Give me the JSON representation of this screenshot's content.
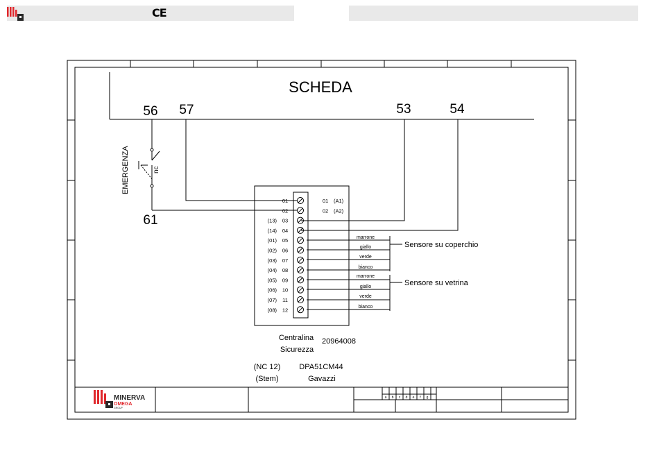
{
  "header": {
    "ce_mark": "CE"
  },
  "title": "SCHEDA",
  "board_terminals": {
    "t56": "56",
    "t57": "57",
    "t53": "53",
    "t54": "54",
    "t61": "61"
  },
  "emergency": {
    "label": "EMERGENZA",
    "contact": "nc"
  },
  "terminal_block": {
    "rows": [
      {
        "left": "",
        "num": "01",
        "right": "(A1)"
      },
      {
        "left": "",
        "num": "02",
        "right": "(A2)"
      },
      {
        "left": "(13)",
        "num": "03",
        "right": ""
      },
      {
        "left": "(14)",
        "num": "04",
        "right": ""
      },
      {
        "left": "(01)",
        "num": "05",
        "right": ""
      },
      {
        "left": "(02)",
        "num": "06",
        "right": ""
      },
      {
        "left": "(03)",
        "num": "07",
        "right": ""
      },
      {
        "left": "(04)",
        "num": "08",
        "right": ""
      },
      {
        "left": "(05)",
        "num": "09",
        "right": ""
      },
      {
        "left": "(06)",
        "num": "10",
        "right": ""
      },
      {
        "left": "(07)",
        "num": "11",
        "right": ""
      },
      {
        "left": "(08)",
        "num": "12",
        "right": ""
      }
    ],
    "wires_cover": [
      "marrone",
      "giallo",
      "verde",
      "bianco"
    ],
    "wires_showcase": [
      "marrone",
      "giallo",
      "verde",
      "bianco"
    ]
  },
  "sensors": {
    "cover": "Sensore su coperchio",
    "showcase": "Sensore su vetrina"
  },
  "unit": {
    "name_line1": "Centralina",
    "name_line2": "Sicurezza",
    "code": "20964008"
  },
  "parts": {
    "left_line1": "(NC 12)",
    "left_line2": "(Stem)",
    "right_line1": "DPA51CM44",
    "right_line2": "Gavazzi"
  },
  "title_block": {
    "logo_line1": "MINERVA",
    "logo_line2": "OMEGA",
    "logo_line3": "GROUP",
    "revisions": [
      "a",
      "b",
      "c",
      "d",
      "e",
      "f",
      "g"
    ]
  },
  "colors": {
    "logo_red": "#e0272c",
    "logo_dark": "#2a2a2a",
    "omega_red": "#e0272c"
  }
}
